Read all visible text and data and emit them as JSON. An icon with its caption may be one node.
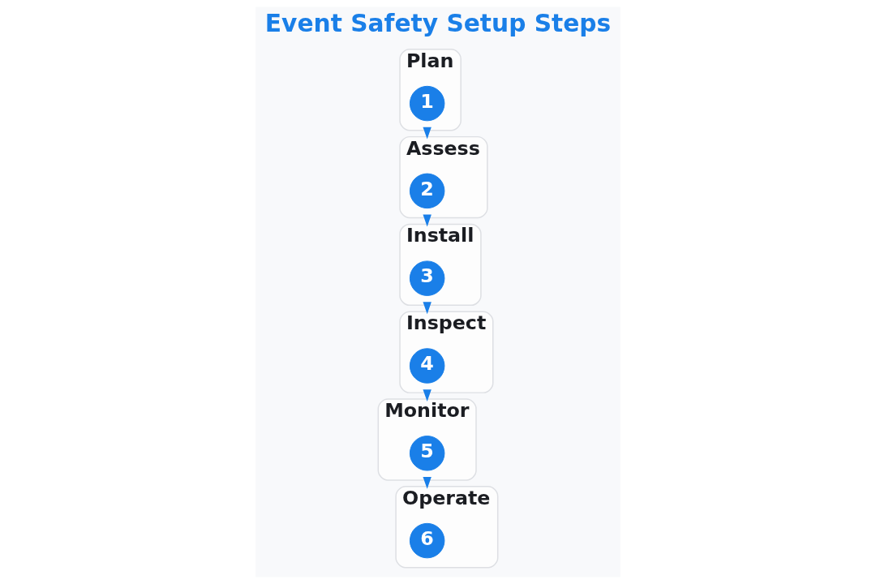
{
  "diagram": {
    "title": "Event Safety Setup Steps",
    "nodes": [
      {
        "text": [
          "Plan"
        ]
      },
      {
        "text": [
          "1"
        ],
        "in": 0
      },
      {
        "text": [
          "Assess"
        ]
      },
      {
        "text": [
          "2"
        ],
        "in": 2
      },
      {
        "text": [
          "Install"
        ]
      },
      {
        "text": [
          "3"
        ],
        "in": 4
      },
      {
        "text": [
          "Inspect"
        ]
      },
      {
        "text": [
          "4"
        ],
        "in": 6
      },
      {
        "text": [
          "Monitor"
        ]
      },
      {
        "text": [
          "5"
        ],
        "in": 8
      },
      {
        "text": [
          "Operate"
        ]
      },
      {
        "text": [
          "6"
        ],
        "in": 10
      }
    ],
    "edges": [
      {
        "from": 0,
        "to": 2,
        "arrow": "to"
      },
      {
        "from": 2,
        "to": 4,
        "arrow": "to"
      },
      {
        "from": 4,
        "to": 6,
        "arrow": "to"
      },
      {
        "from": 6,
        "to": 8,
        "arrow": "to"
      },
      {
        "from": 8,
        "to": 10,
        "arrow": "to"
      }
    ]
  }
}
